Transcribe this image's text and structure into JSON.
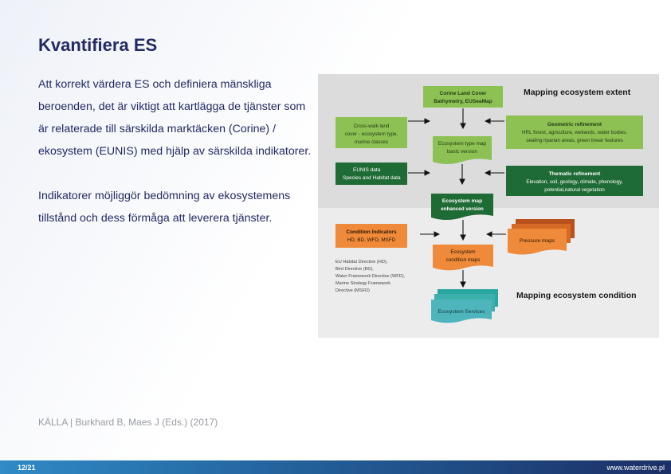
{
  "slide": {
    "title": "Kvantifiera ES",
    "paragraphs": [
      "Att korrekt värdera ES och definiera mänskliga beroenden, det är viktigt att kartlägga de tjänster som är relaterade till särskilda marktäcken (Corine) / ekosystem (EUNIS) med hjälp av särskilda indikatorer.",
      "Indikatorer möjliggör bedömning av ekosystemens tillstånd och dess förmåga att leverera tjänster."
    ],
    "source": "KÄLLA | Burkhard B, Maes J (Eds.) (2017)"
  },
  "diagram": {
    "section_extent": "Mapping ecosystem extent",
    "section_condition": "Mapping ecosystem condition",
    "corine": [
      "Corine Land Cover",
      "Bathymetry, EUSeaMap"
    ],
    "crosswalk": [
      "Cross-walk land",
      "cover - ecosystem type,",
      "marine classes"
    ],
    "eunis": [
      "EUNIS data",
      "Species and Habitat data"
    ],
    "basic_map": [
      "Ecosystem type map",
      "basic version"
    ],
    "geometric": [
      "Geometric refinement",
      "HRL forest, agriculture, wetlands, water bodies,",
      "sealing riparian areas, green linear features"
    ],
    "thematic": [
      "Thematic refinement",
      "Elevation, soil, geology, climate, phenology,",
      "potential,natural vegetation"
    ],
    "enhanced_map": [
      "Ecosystem  map",
      "enhanced version"
    ],
    "condition_indicators": [
      "Condition Indicators",
      "HD, BD, WFD, MSFD"
    ],
    "pressure_maps": "Pressure maps",
    "condition_maps": [
      "Ecosystem",
      "condition maps"
    ],
    "directives": [
      "EU Habitat Directive (HD),",
      "Bird Directive (BD),",
      "Water Framework Directive (WFD),",
      "Marine Strategy Framework",
      "Directive (MSFD)"
    ],
    "services": "Ecosystem Services"
  },
  "footer": {
    "page": "12/21",
    "site": "www.waterdrive.pl"
  },
  "colors": {
    "title": "#232a63",
    "light_green": "#8dc153",
    "dark_green": "#1f6b35",
    "orange": "#ef8a3a",
    "teal": "#4fb5bd"
  }
}
